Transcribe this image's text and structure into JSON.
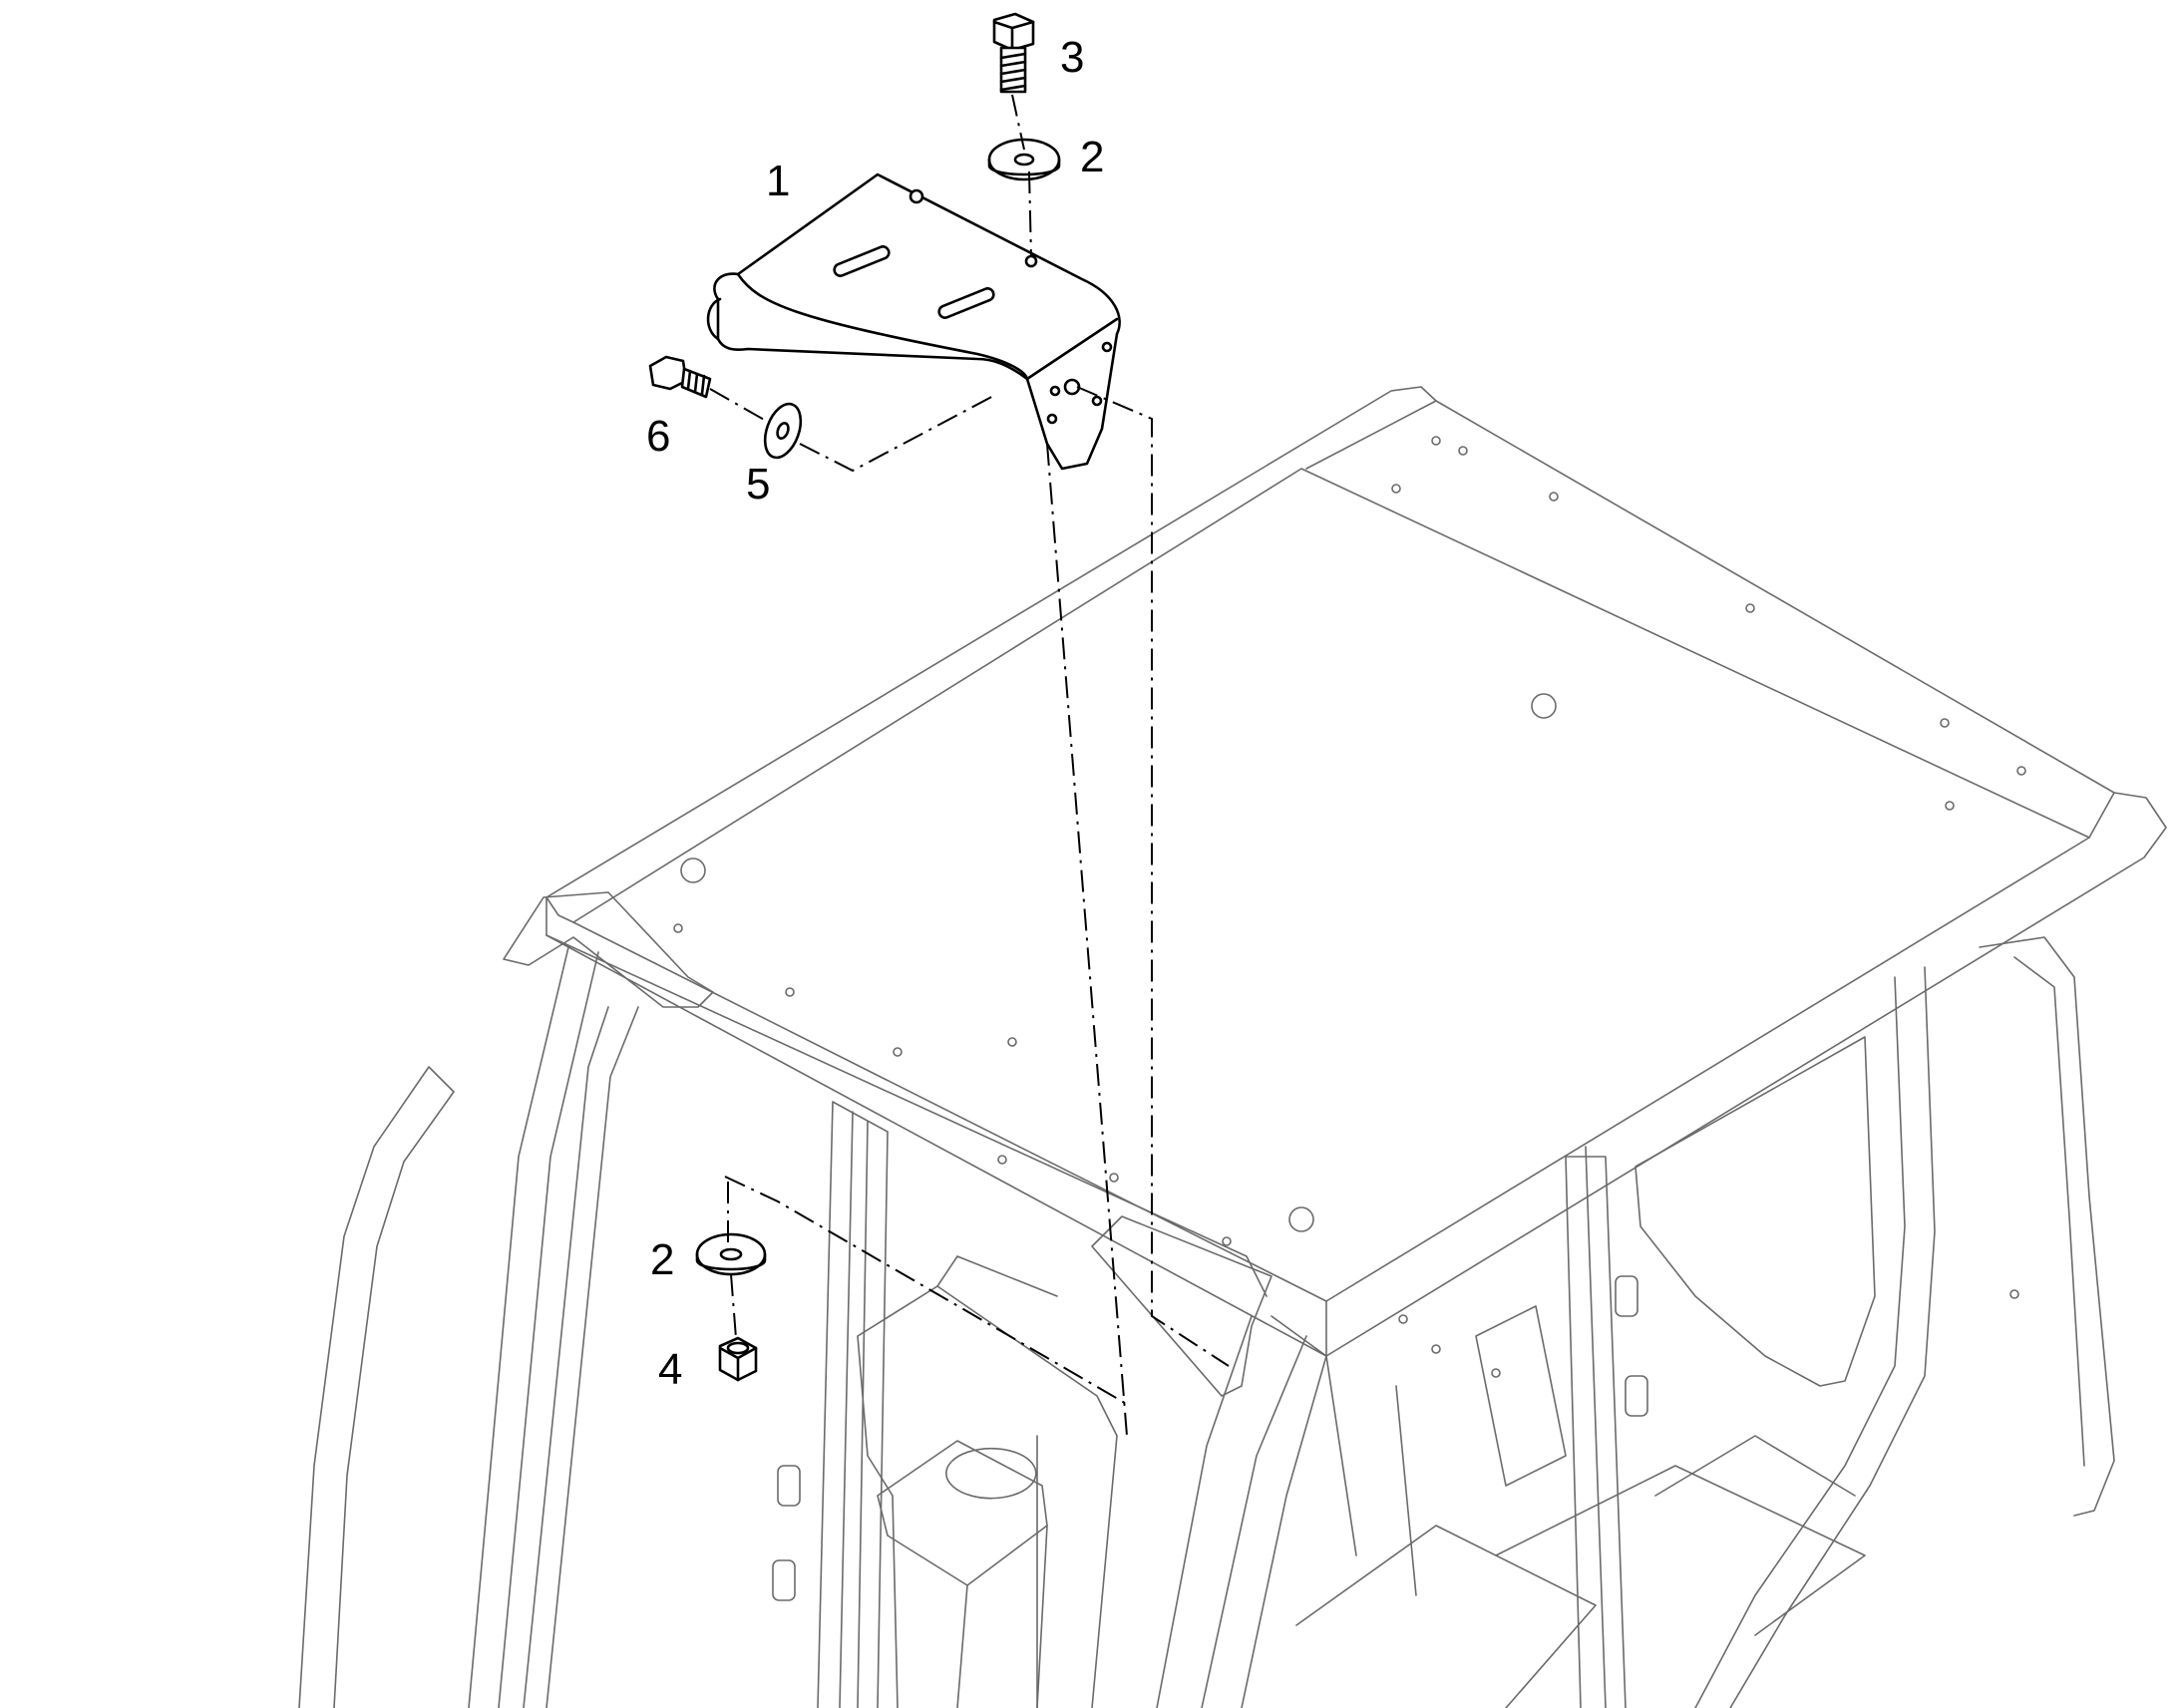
{
  "diagram": {
    "callouts": [
      {
        "id": "1",
        "label": "1"
      },
      {
        "id": "2",
        "label": "2"
      },
      {
        "id": "2b",
        "label": "2"
      },
      {
        "id": "3",
        "label": "3"
      },
      {
        "id": "4",
        "label": "4"
      },
      {
        "id": "5",
        "label": "5"
      },
      {
        "id": "6",
        "label": "6"
      }
    ],
    "colors": {
      "line": "#000000",
      "cab_line": "#6a6a6a",
      "background": "#ffffff"
    }
  }
}
